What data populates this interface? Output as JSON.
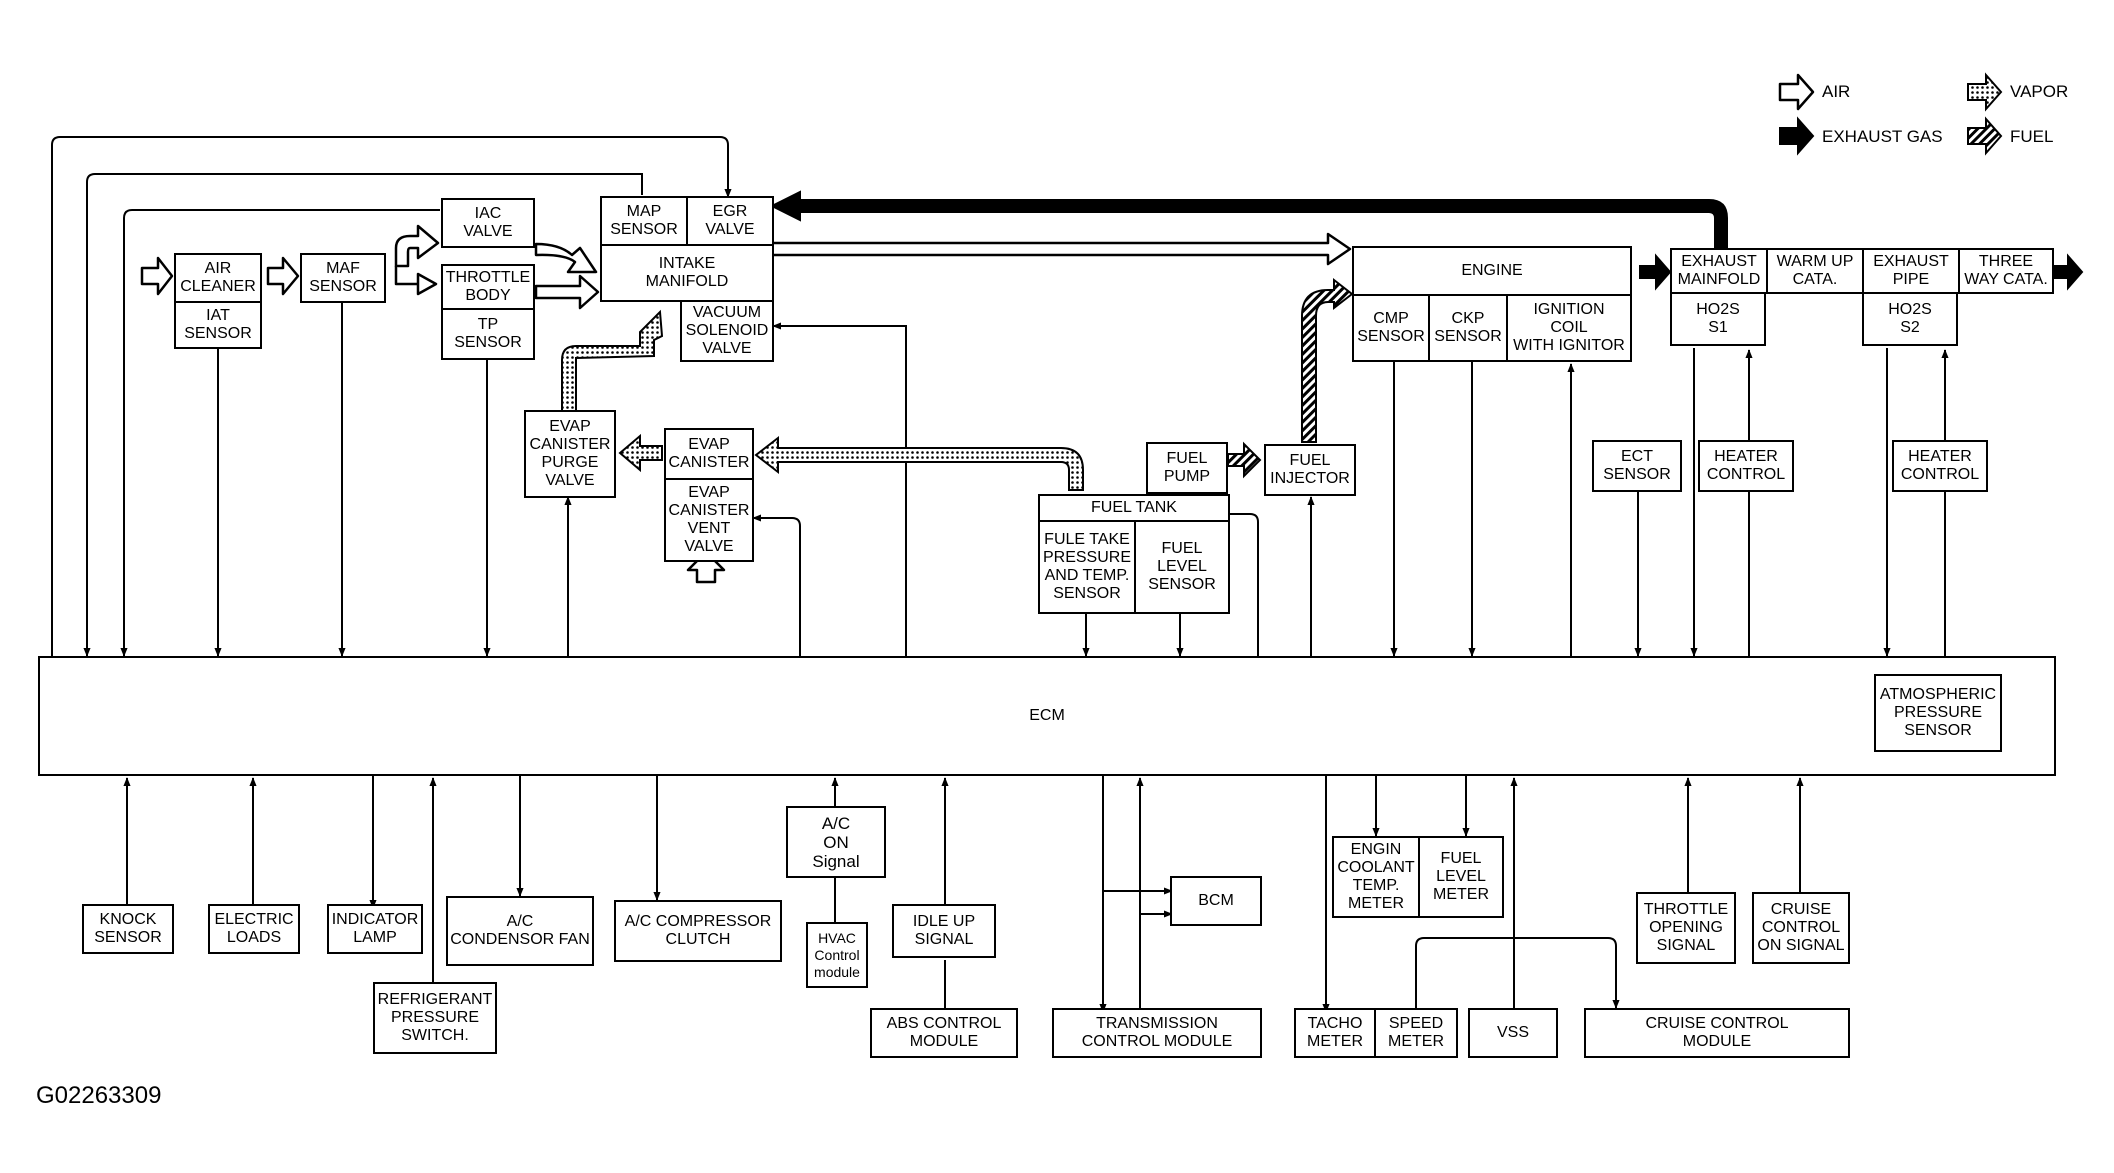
{
  "figure_id": "G02263309",
  "legend": {
    "air": "AIR",
    "exhaust_gas": "EXHAUST GAS",
    "vapor": "VAPOR",
    "fuel": "FUEL"
  },
  "components": {
    "air_cleaner": "AIR\nCLEANER",
    "iat_sensor": "IAT\nSENSOR",
    "maf_sensor": "MAF\nSENSOR",
    "iac_valve": "IAC\nVALVE",
    "throttle_body": "THROTTLE\nBODY",
    "tp_sensor": "TP\nSENSOR",
    "map_sensor": "MAP\nSENSOR",
    "egr_valve": "EGR\nVALVE",
    "intake_manifold": "INTAKE\nMANIFOLD",
    "vacuum_solenoid_valve": "VACUUM\nSOLENOID\nVALVE",
    "evap_canister_purge_valve": "EVAP\nCANISTER\nPURGE\nVALVE",
    "evap_canister": "EVAP\nCANISTER",
    "evap_canister_vent_valve": "EVAP\nCANISTER\nVENT\nVALVE",
    "fuel_pump": "FUEL\nPUMP",
    "fuel_tank": "FUEL TANK",
    "fuel_pressure_temp_sensor": "FULE TAKE\nPRESSURE\nAND TEMP.\nSENSOR",
    "fuel_level_sensor": "FUEL\nLEVEL\nSENSOR",
    "fuel_injector": "FUEL\nINJECTOR",
    "engine": "ENGINE",
    "cmp_sensor": "CMP\nSENSOR",
    "ckp_sensor": "CKP\nSENSOR",
    "ignition_coil": "IGNITION\nCOIL\nWITH IGNITOR",
    "exhaust_manifold": "EXHAUST\nMAINFOLD",
    "warm_up_cata": "WARM UP\nCATA.",
    "exhaust_pipe": "EXHAUST\nPIPE",
    "three_way_cata": "THREE\nWAY CATA.",
    "ho2s_s1": "HO2S\nS1",
    "ho2s_s2": "HO2S\nS2",
    "ect_sensor": "ECT\nSENSOR",
    "heater_control_1": "HEATER\nCONTROL",
    "heater_control_2": "HEATER\nCONTROL",
    "ecm": "ECM",
    "atmospheric_pressure_sensor": "ATMOSPHERIC\nPRESSURE\nSENSOR",
    "knock_sensor": "KNOCK\nSENSOR",
    "electric_loads": "ELECTRIC\nLOADS",
    "indicator_lamp": "INDICATOR\nLAMP",
    "refrigerant_pressure_switch": "REFRIGERANT\nPRESSURE\nSWITCH.",
    "ac_condensor_fan": "A/C\nCONDENSOR FAN",
    "ac_compressor_clutch": "A/C COMPRESSOR\nCLUTCH",
    "ac_on_signal": "A/C\nON\nSignal",
    "hvac_control_module": "HVAC\nControl\nmodule",
    "idle_up_signal": "IDLE UP\nSIGNAL",
    "abs_control_module": "ABS CONTROL\nMODULE",
    "bcm": "BCM",
    "transmission_control_module": "TRANSMISSION\nCONTROL MODULE",
    "engine_coolant_temp_meter": "ENGIN\nCOOLANT\nTEMP.\nMETER",
    "fuel_level_meter": "FUEL\nLEVEL\nMETER",
    "tacho_meter": "TACHO\nMETER",
    "speed_meter": "SPEED\nMETER",
    "vss": "VSS",
    "throttle_opening_signal": "THROTTLE\nOPENING\nSIGNAL",
    "cruise_control_on_signal": "CRUISE\nCONTROL\nON SIGNAL",
    "cruise_control_module": "CRUISE CONTROL\nMODULE"
  },
  "colors": {
    "line": "#000000",
    "background": "#ffffff"
  },
  "icons": {
    "air": "hollow-arrow-icon",
    "exhaust_gas": "solid-arrow-icon",
    "vapor": "dotted-arrow-icon",
    "fuel": "hatched-arrow-icon"
  }
}
